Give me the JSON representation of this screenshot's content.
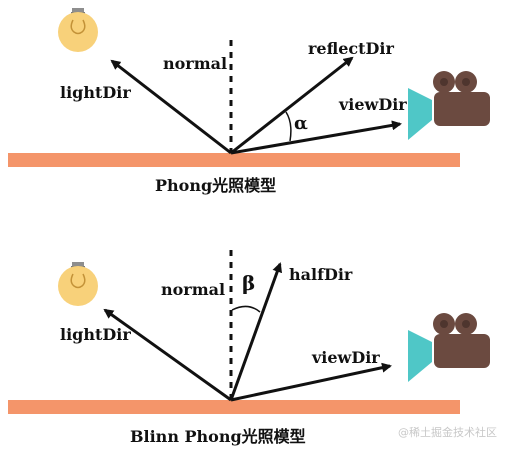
{
  "colors": {
    "surface": "#F4956A",
    "bulb_glass": "#F8D17A",
    "bulb_base": "#8E8E8E",
    "camera_body": "#6B4A40",
    "camera_lens": "#4FC7C7",
    "ink": "#111111"
  },
  "icons": {
    "light": "light-bulb-icon",
    "camera": "video-camera-icon"
  },
  "phong": {
    "labels": {
      "normal": "normal",
      "reflect": "reflectDir",
      "light": "lightDir",
      "view": "viewDir",
      "angle": "α"
    },
    "caption": "Phong光照模型"
  },
  "blinn": {
    "labels": {
      "normal": "normal",
      "half": "halfDir",
      "light": "lightDir",
      "view": "viewDir",
      "angle": "β"
    },
    "caption": "Blinn Phong光照模型"
  },
  "watermark": "@稀土掘金技术社区"
}
